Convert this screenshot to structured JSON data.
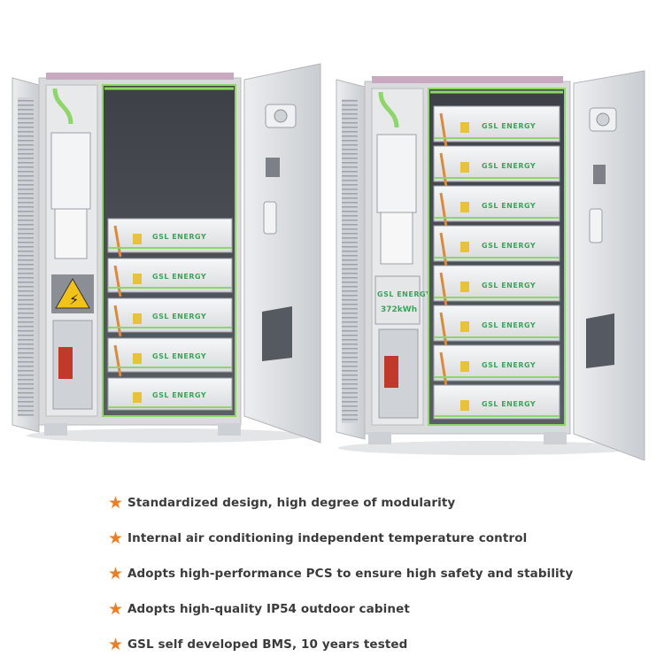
{
  "product": {
    "brand_label": "GSL ENERGY",
    "capacity_label": "372kWh"
  },
  "features": [
    {
      "icon": "star-icon",
      "text": "Standardized design, high degree of modularity"
    },
    {
      "icon": "star-icon",
      "text": "Internal air conditioning independent temperature control"
    },
    {
      "icon": "star-icon",
      "text": "Adopts high-performance PCS to ensure high safety and stability"
    },
    {
      "icon": "star-icon",
      "text": "Adopts high-quality IP54 outdoor cabinet"
    },
    {
      "icon": "star-icon",
      "text": "GSL self developed BMS, 10 years tested"
    }
  ],
  "colors": {
    "accent_star": "#ef7d22",
    "cable_green": "#8fd66a",
    "brand_green": "#3aa55a",
    "cabinet_gray": "#d9dadc"
  }
}
